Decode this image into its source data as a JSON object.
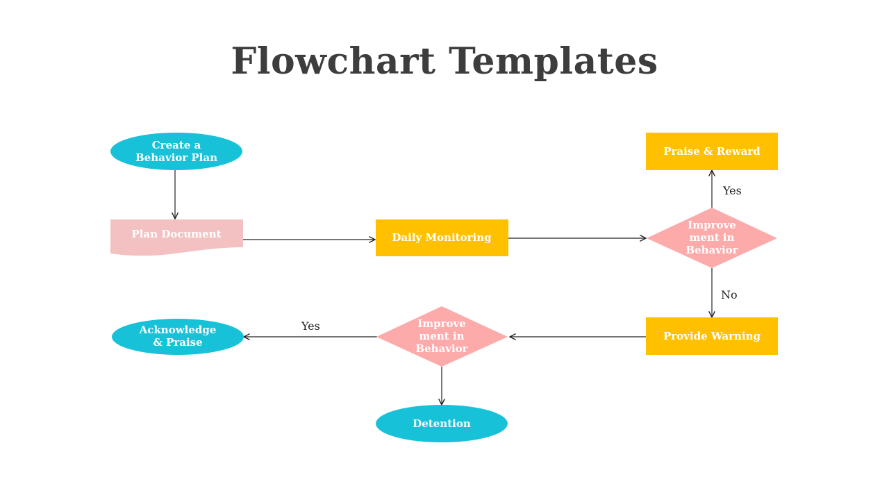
{
  "title": "Flowchart Templates",
  "colors": {
    "terminal": "#17c2d8",
    "process": "#ffc000",
    "decision": "#fcaaaa",
    "document": "#f3c1c1",
    "text": "#3d3d3d",
    "line": "#222222"
  },
  "nodes": {
    "start": [
      "Create a",
      "Behavior Plan"
    ],
    "plan_document": [
      "Plan Document"
    ],
    "daily_monitoring": [
      "Daily Monitoring"
    ],
    "decision_1": [
      "Improve",
      "ment in",
      "Behavior"
    ],
    "praise_reward": [
      "Praise & Reward"
    ],
    "provide_warning": [
      "Provide Warning"
    ],
    "decision_2": [
      "Improve",
      "ment in",
      "Behavior"
    ],
    "acknowledge_praise": [
      "Acknowledge",
      "& Praise"
    ],
    "detention": [
      "Detention"
    ]
  },
  "edge_labels": {
    "d1_yes": "Yes",
    "d1_no": "No",
    "d2_yes": "Yes"
  }
}
